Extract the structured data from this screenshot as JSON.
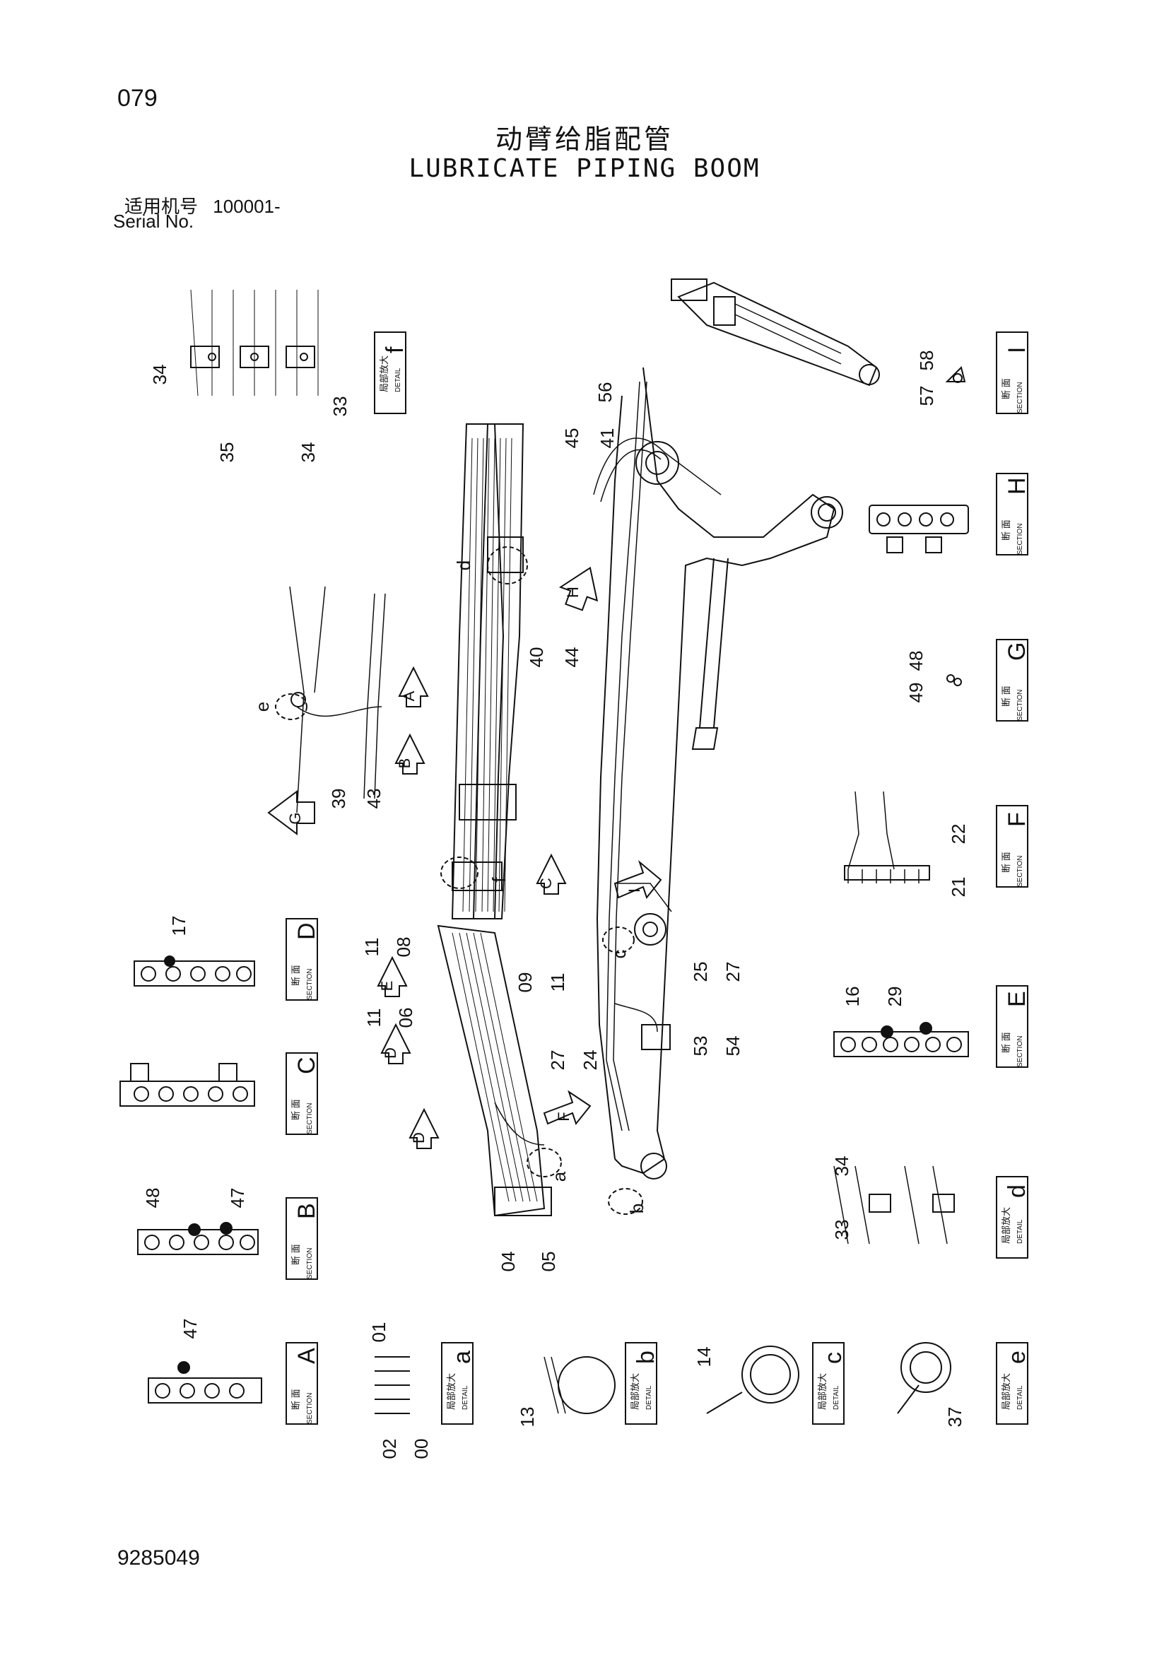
{
  "header": {
    "page_number": "079",
    "title_cn": "动臂给脂配管",
    "title_en": "LUBRICATE PIPING BOOM",
    "serial_label_cn": "适用机号",
    "serial_value": "100001-",
    "serial_label_en": "Serial No."
  },
  "footer": {
    "doc_number": "9285049"
  },
  "label_kinds": {
    "section_cn": "断 面",
    "section_en": "SECTION",
    "detail_cn": "局部放大",
    "detail_en": "DETAIL"
  },
  "views": [
    {
      "id": "f",
      "kind": "detail",
      "part_numbers": [
        "34",
        "35",
        "34",
        "33"
      ]
    },
    {
      "id": "I",
      "kind": "section",
      "part_numbers": [
        "58",
        "57"
      ]
    },
    {
      "id": "H",
      "kind": "section",
      "part_numbers": []
    },
    {
      "id": "G",
      "kind": "section",
      "part_numbers": [
        "48",
        "49"
      ]
    },
    {
      "id": "F",
      "kind": "section",
      "part_numbers": [
        "22",
        "21"
      ]
    },
    {
      "id": "E",
      "kind": "section",
      "part_numbers": [
        "16",
        "29"
      ]
    },
    {
      "id": "d",
      "kind": "detail",
      "part_numbers": [
        "34",
        "33"
      ]
    },
    {
      "id": "D",
      "kind": "section",
      "part_numbers": [
        "17"
      ]
    },
    {
      "id": "C",
      "kind": "section",
      "part_numbers": []
    },
    {
      "id": "B",
      "kind": "section",
      "part_numbers": [
        "48",
        "47"
      ]
    },
    {
      "id": "A",
      "kind": "section",
      "part_numbers": [
        "47"
      ]
    },
    {
      "id": "a",
      "kind": "detail",
      "part_numbers": [
        "01",
        "02",
        "00"
      ]
    },
    {
      "id": "b",
      "kind": "detail",
      "part_numbers": [
        "13"
      ]
    },
    {
      "id": "c",
      "kind": "detail",
      "part_numbers": [
        "14"
      ]
    },
    {
      "id": "e",
      "kind": "detail",
      "part_numbers": [
        "37"
      ]
    }
  ],
  "main_callouts": {
    "c56": "56",
    "c45_41": [
      "45",
      "41"
    ],
    "c40_44": [
      "40",
      "44"
    ],
    "c39_43": [
      "39",
      "43"
    ],
    "c11_08": [
      "11",
      "08"
    ],
    "c11_06": [
      "11",
      "06"
    ],
    "c09_11": [
      "09",
      "11"
    ],
    "c25_27": [
      "25",
      "27"
    ],
    "c27_24": [
      "27",
      "24"
    ],
    "c53_54": [
      "53",
      "54"
    ],
    "c04": "04",
    "c05": "05"
  },
  "view_markers": {
    "arrows": [
      "A",
      "B",
      "G",
      "H",
      "C",
      "E",
      "D",
      "D",
      "F",
      "I"
    ],
    "circles": [
      "d",
      "e",
      "f",
      "c",
      "a",
      "b"
    ]
  }
}
